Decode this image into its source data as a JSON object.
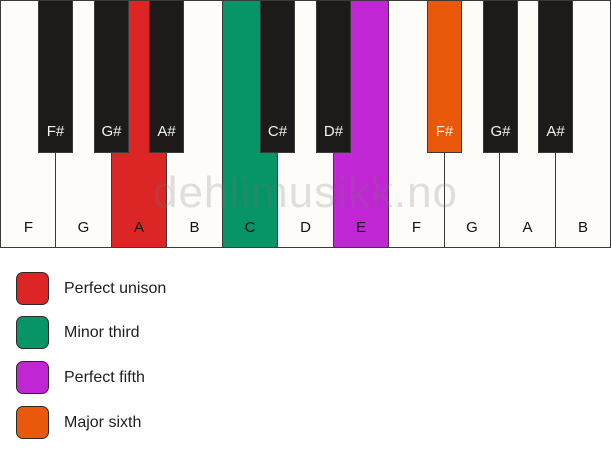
{
  "keyboard": {
    "white_keys": [
      {
        "label": "F",
        "color": "#fdfcf9"
      },
      {
        "label": "G",
        "color": "#fdfcf9"
      },
      {
        "label": "A",
        "color": "#dc2626"
      },
      {
        "label": "B",
        "color": "#fdfcf9"
      },
      {
        "label": "C",
        "color": "#079467"
      },
      {
        "label": "D",
        "color": "#fdfcf9"
      },
      {
        "label": "E",
        "color": "#c026d3"
      },
      {
        "label": "F",
        "color": "#fdfcf9"
      },
      {
        "label": "G",
        "color": "#fdfcf9"
      },
      {
        "label": "A",
        "color": "#fdfcf9"
      },
      {
        "label": "B",
        "color": "#fdfcf9"
      }
    ],
    "black_keys": [
      {
        "label": "F#",
        "color": "#1c1b1a"
      },
      {
        "label": "G#",
        "color": "#1c1b1a"
      },
      {
        "label": "A#",
        "color": "#1c1b1a"
      },
      {
        "label": "C#",
        "color": "#1c1b1a"
      },
      {
        "label": "D#",
        "color": "#1c1b1a"
      },
      {
        "label": "F#",
        "color": "#ea580c"
      },
      {
        "label": "G#",
        "color": "#1c1b1a"
      },
      {
        "label": "A#",
        "color": "#1c1b1a"
      }
    ],
    "watermark": "dehlimusikk.no"
  },
  "legend": [
    {
      "label": "Perfect unison",
      "color": "#dc2626"
    },
    {
      "label": "Minor third",
      "color": "#079467"
    },
    {
      "label": "Perfect fifth",
      "color": "#c026d3"
    },
    {
      "label": "Major sixth",
      "color": "#ea580c"
    }
  ]
}
